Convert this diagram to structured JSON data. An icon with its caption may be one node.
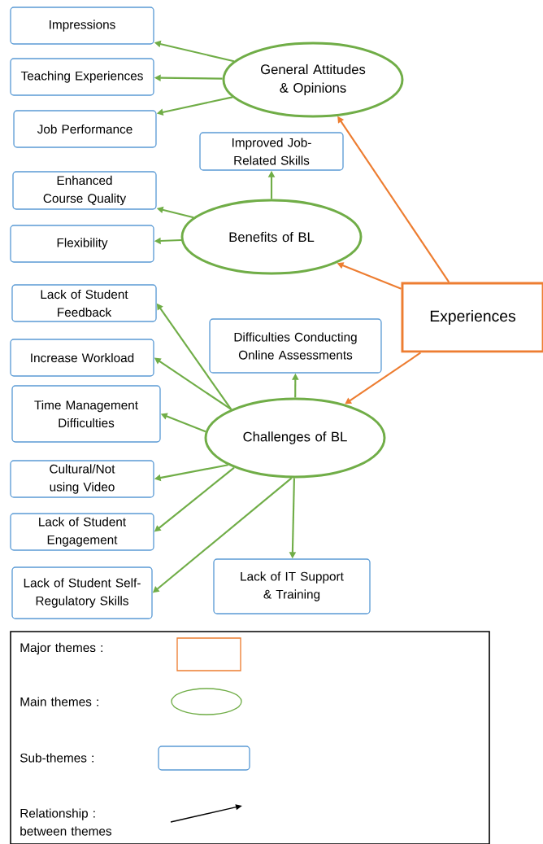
{
  "diagram": {
    "nodes": [
      {
        "text": [
          "Experiences"
        ]
      },
      {
        "text": [
          "General Attitudes & Opinions"
        ]
      },
      {
        "text": [
          "Benefits of BL"
        ]
      },
      {
        "text": [
          "Challenges of BL"
        ]
      },
      {
        "text": [
          "Impressions"
        ]
      },
      {
        "text": [
          "Teaching Experiences"
        ]
      },
      {
        "text": [
          "Job Performance"
        ]
      },
      {
        "text": [
          "Improved Job-Related Skills"
        ]
      },
      {
        "text": [
          "Enhanced Course Quality"
        ]
      },
      {
        "text": [
          "Flexibility"
        ]
      },
      {
        "text": [
          "Lack of Student Feedback"
        ]
      },
      {
        "text": [
          "Difficulties Conducting Online Assessments"
        ]
      },
      {
        "text": [
          "Increase Workload"
        ]
      },
      {
        "text": [
          "Time Management Difficulties"
        ]
      },
      {
        "text": [
          "Cultural/Not using Video"
        ]
      },
      {
        "text": [
          "Lack of Student Engagement"
        ]
      },
      {
        "text": [
          "Lack of Student Self- Regulatory Skills"
        ]
      },
      {
        "text": [
          "Lack of IT Support & Training"
        ]
      }
    ],
    "edges": [
      {
        "from": 0,
        "to": 1,
        "arrow": "to",
        "color": "#ed7d31"
      },
      {
        "from": 0,
        "to": 2,
        "arrow": "to",
        "color": "#ed7d31"
      },
      {
        "from": 0,
        "to": 3,
        "arrow": "to",
        "color": "#ed7d31"
      },
      {
        "from": 1,
        "to": 4,
        "arrow": "to"
      },
      {
        "from": 1,
        "to": 5,
        "arrow": "to"
      },
      {
        "from": 1,
        "to": 6,
        "arrow": "to"
      },
      {
        "from": 2,
        "to": 7,
        "arrow": "to"
      },
      {
        "from": 2,
        "to": 8,
        "arrow": "to"
      },
      {
        "from": 2,
        "to": 9,
        "arrow": "to"
      },
      {
        "from": 3,
        "to": 10,
        "arrow": "to"
      },
      {
        "from": 3,
        "to": 11,
        "arrow": "to"
      },
      {
        "from": 3,
        "to": 12,
        "arrow": "to"
      },
      {
        "from": 3,
        "to": 13,
        "arrow": "to"
      },
      {
        "from": 3,
        "to": 14,
        "arrow": "to"
      },
      {
        "from": 3,
        "to": 15,
        "arrow": "to"
      },
      {
        "from": 3,
        "to": 16,
        "arrow": "to"
      },
      {
        "from": 3,
        "to": 17,
        "arrow": "to"
      }
    ],
    "legend": [
      {
        "text": "Major themes :"
      },
      {
        "text": "Main themes :"
      },
      {
        "text": "Sub-themes :"
      },
      {
        "text": "Relationship : between themes"
      }
    ]
  }
}
